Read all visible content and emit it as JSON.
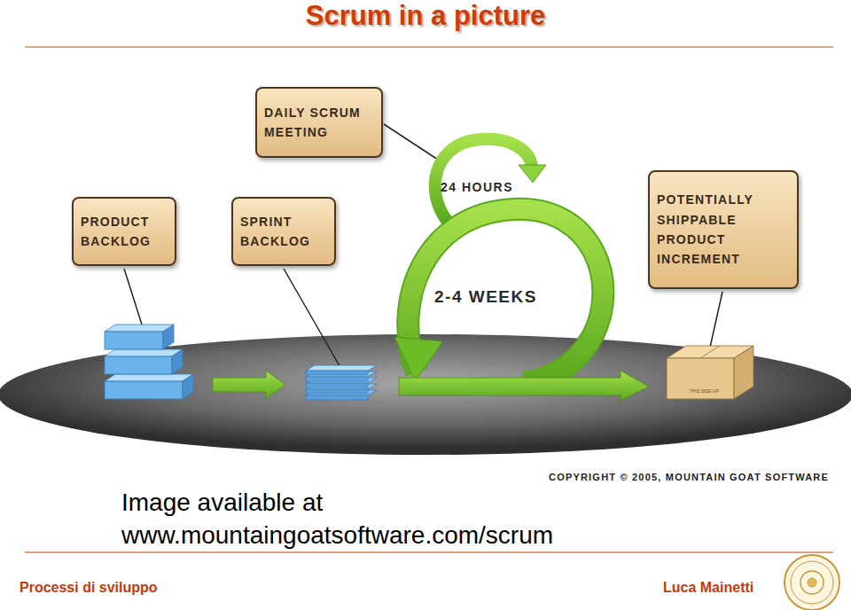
{
  "diagram": {
    "title": "Scrum in a picture",
    "caption": "Image available at www.mountaingoatsoftware.com/scrum",
    "nodes": [
      {
        "text": [
          "DAILY SCRUM MEETING"
        ]
      },
      {
        "text": [
          "PRODUCT BACKLOG"
        ]
      },
      {
        "text": [
          "SPRINT BACKLOG"
        ]
      },
      {
        "text": [
          "POTENTIALLY SHIPPABLE PRODUCT INCREMENT"
        ]
      }
    ],
    "labels": [
      "24 HOURS",
      "2-4 WEEKS",
      "THIS SIDE UP",
      "COPYRIGHT © 2005, MOUNTAIN GOAT SOFTWARE",
      "Processi di sviluppo",
      "Luca Mainetti"
    ]
  }
}
